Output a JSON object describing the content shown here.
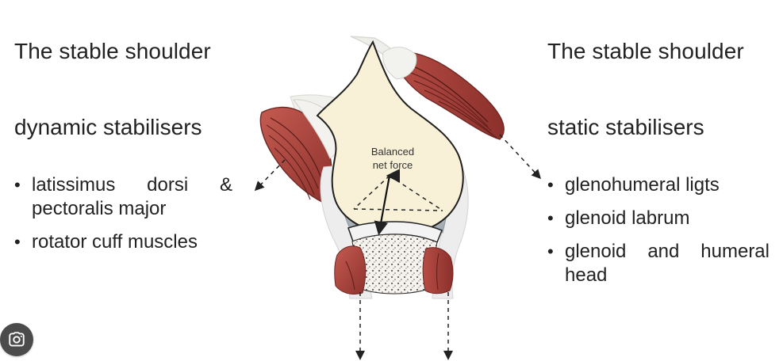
{
  "left": {
    "title": "The stable shoulder",
    "subtitle": "dynamic stabilisers",
    "items": [
      "latissimus dorsi & pectoralis major",
      "rotator cuff muscles"
    ]
  },
  "right": {
    "title": "The stable shoulder",
    "subtitle": "static stabilisers",
    "items": [
      "glenohumeral ligts",
      "glenoid labrum",
      "glenoid and humeral head"
    ]
  },
  "diagram": {
    "label_line_1": "Balanced",
    "label_line_2": "net force",
    "colors": {
      "muscle": "#a94038",
      "muscle_dark": "#7f2a25",
      "tendon": "#f0efe8",
      "bone": "#f8f2dd",
      "bone_edge": "#2a2a2a",
      "cartilage": "#b9c0c7"
    }
  },
  "lens_button": {
    "icon": "lens-search-icon"
  }
}
